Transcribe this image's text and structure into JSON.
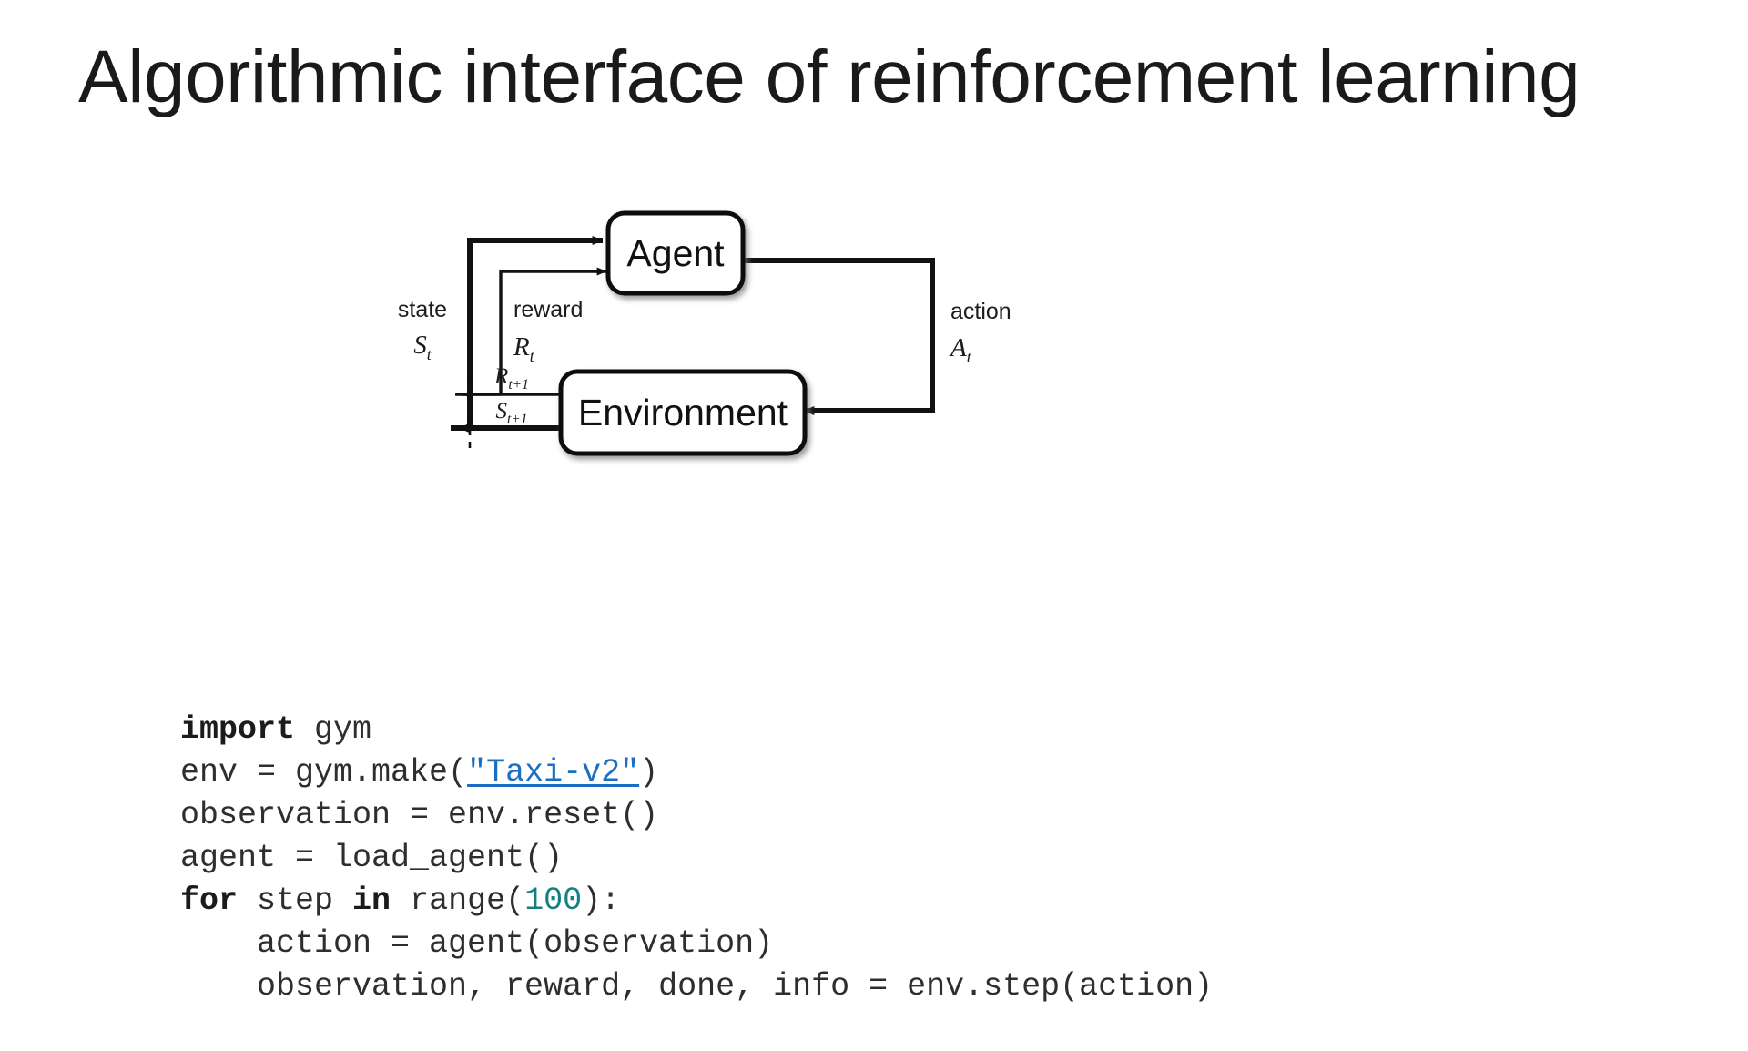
{
  "slide": {
    "title": "Algorithmic interface of reinforcement learning",
    "background_color": "#ffffff"
  },
  "diagram": {
    "name": "agent-environment-interaction-loop",
    "nodes": [
      {
        "id": "agent",
        "label": "Agent"
      },
      {
        "id": "environment",
        "label": "Environment"
      }
    ],
    "edges": [
      {
        "id": "state",
        "from": "environment",
        "to": "agent",
        "word": "state",
        "symbol": "S",
        "symbol_sub": "t"
      },
      {
        "id": "reward",
        "from": "environment",
        "to": "agent",
        "word": "reward",
        "symbol": "R",
        "symbol_sub": "t"
      },
      {
        "id": "action",
        "from": "agent",
        "to": "environment",
        "word": "action",
        "symbol": "A",
        "symbol_sub": "t"
      },
      {
        "id": "next-reward",
        "from": "environment",
        "to": "state-boundary",
        "word": "",
        "symbol": "R",
        "symbol_sub": "t+1"
      },
      {
        "id": "next-state",
        "from": "environment",
        "to": "state-boundary",
        "word": "",
        "symbol": "S",
        "symbol_sub": "t+1"
      }
    ],
    "stroke_color": "#111111",
    "box_fill": "#ffffff"
  },
  "code": {
    "language": "python",
    "keyword_color": "#1b1b1b",
    "number_color": "#118080",
    "link_color": "#1a6fc4",
    "text_color": "#2e2e2e",
    "lines": [
      {
        "id": "line-1",
        "tokens": [
          {
            "t": "import",
            "k": "kw"
          },
          {
            "t": " gym",
            "k": "plain"
          }
        ]
      },
      {
        "id": "line-2",
        "tokens": [
          {
            "t": "env = gym.make(",
            "k": "plain"
          },
          {
            "t": "\"Taxi-v2\"",
            "k": "link"
          },
          {
            "t": ")",
            "k": "plain"
          }
        ]
      },
      {
        "id": "line-3",
        "tokens": [
          {
            "t": "observation = env.reset()",
            "k": "plain"
          }
        ]
      },
      {
        "id": "line-4",
        "tokens": [
          {
            "t": "agent = load_agent()",
            "k": "plain"
          }
        ]
      },
      {
        "id": "line-5",
        "tokens": [
          {
            "t": "for",
            "k": "kw"
          },
          {
            "t": " step ",
            "k": "plain"
          },
          {
            "t": "in",
            "k": "kw"
          },
          {
            "t": " range(",
            "k": "plain"
          },
          {
            "t": "100",
            "k": "num"
          },
          {
            "t": "):",
            "k": "plain"
          }
        ]
      },
      {
        "id": "line-6",
        "tokens": [
          {
            "t": "    action = agent(observation)",
            "k": "plain"
          }
        ]
      },
      {
        "id": "line-7",
        "tokens": [
          {
            "t": "    observation, reward, done, info = env.step(action)",
            "k": "plain"
          }
        ]
      }
    ]
  }
}
